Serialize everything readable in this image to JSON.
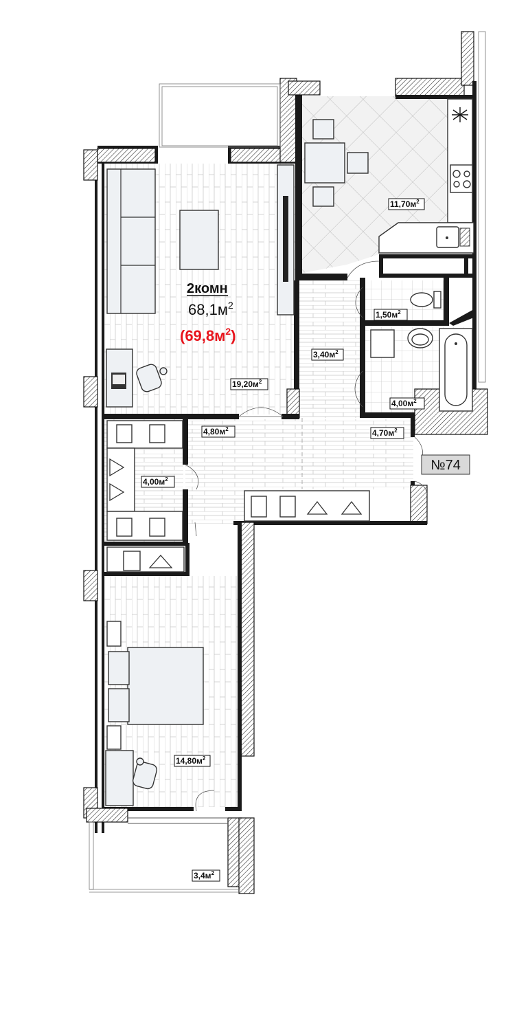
{
  "plan": {
    "title": {
      "rooms": "2комн",
      "area": "68,1м",
      "area_sup": "2",
      "total_open": "(69,8м",
      "total_sup": "2",
      "total_close": ")",
      "total_color": "#e8141c"
    },
    "apartment_number": "№74",
    "unit_sup": "2",
    "rooms": [
      {
        "key": "kitchen",
        "area": "11,70м"
      },
      {
        "key": "living",
        "area": "19,20м"
      },
      {
        "key": "toilet",
        "area": "1,50м"
      },
      {
        "key": "corridor",
        "area": "3,40м"
      },
      {
        "key": "bathroom",
        "area": "4,00м"
      },
      {
        "key": "hall_left",
        "area": "4,80м"
      },
      {
        "key": "hall_right",
        "area": "4,70м"
      },
      {
        "key": "wardrobe",
        "area": "4,00м"
      },
      {
        "key": "bedroom",
        "area": "14,80м"
      },
      {
        "key": "balcony",
        "area": "3,4м"
      }
    ]
  }
}
